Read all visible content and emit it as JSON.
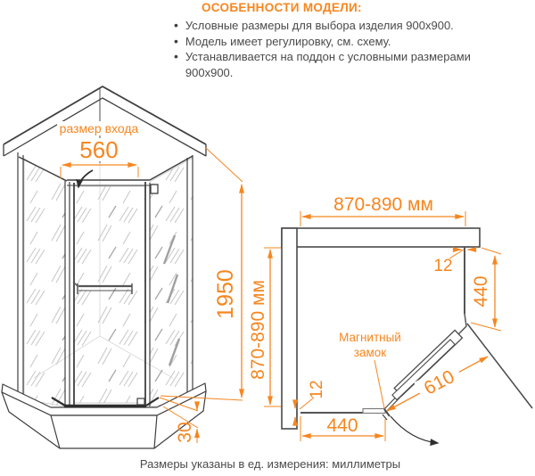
{
  "features": {
    "heading": "ОСОБЕННОСТИ МОДЕЛИ:",
    "items": [
      "Условные размеры для выбора изделия 900x900.",
      "Модель имеет регулировку, см. схему.",
      "Устанавливается на поддон с условными размерами 900x900."
    ]
  },
  "front_view": {
    "entrance_label": "размер входа",
    "entrance_width": "560",
    "height": "1950",
    "tray_height": "30"
  },
  "plan_view": {
    "width_top": "870-890 мм",
    "depth_left": "870-890 мм",
    "side_panel": "440",
    "bottom_panel": "440",
    "door_width": "610",
    "adjustment_top": "12",
    "adjustment_bottom": "12",
    "magnetic_lock_line1": "Магнитный",
    "magnetic_lock_line2": "замок"
  },
  "footer": {
    "note": "Размеры указаны в ед. измерения: миллиметры"
  },
  "colors": {
    "accent": "#F6861F",
    "line": "#3F3F3F",
    "text": "#4A4A4A"
  }
}
